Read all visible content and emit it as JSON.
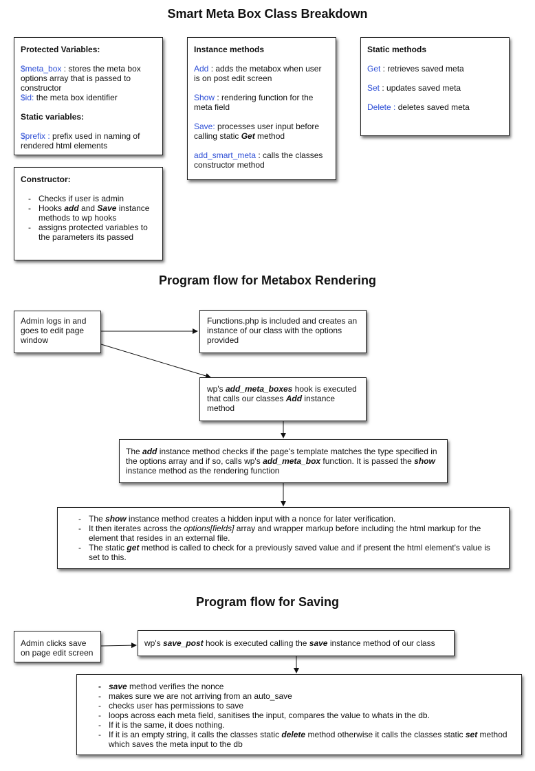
{
  "titles": {
    "breakdown": "Smart Meta Box Class Breakdown",
    "rendering": "Program flow for Metabox Rendering",
    "saving": "Program flow for Saving"
  },
  "protected_box": {
    "heading": "Protected Variables:",
    "meta_box_name": "$meta_box",
    "meta_box_desc": " : stores the meta box options array that is passed to constructor",
    "id_name": "$id:",
    "id_desc": " the meta box identifier",
    "static_heading": "Static variables:",
    "prefix_name": "$prefix :",
    "prefix_desc": " prefix used in naming of rendered html elements"
  },
  "constructor_box": {
    "heading": "Constructor:",
    "item1": "Checks if user is admin",
    "item2_a": "Hooks ",
    "item2_b": "add",
    "item2_c": " and ",
    "item2_d": "Save",
    "item2_e": " instance methods to wp hooks",
    "item3": "assigns protected variables to the parameters its passed"
  },
  "instance_box": {
    "heading": "Instance methods",
    "add_name": "Add",
    "add_desc": " : adds the metabox when user is on post edit screen",
    "show_name": "Show",
    "show_desc": " : rendering function for the meta field",
    "save_name": "Save:",
    "save_desc_a": " processes user input before calling static ",
    "save_desc_b": "Get",
    "save_desc_c": " method",
    "smart_name": "add_smart_meta",
    "smart_desc": " : calls the classes constructor method"
  },
  "static_box": {
    "heading": "Static methods",
    "get_name": "Get",
    "get_desc": " : retrieves saved meta",
    "set_name": "Set",
    "set_desc": " : updates saved meta",
    "delete_name": "Delete :",
    "delete_desc": " deletes saved meta"
  },
  "render_flow": {
    "admin": "Admin logs in and goes to edit page window",
    "functions": "Functions.php is included and creates an instance of our class with the options provided",
    "hook_a": "wp's ",
    "hook_b": "add_meta_boxes",
    "hook_c": " hook is executed that calls our classes ",
    "hook_d": "Add",
    "hook_e": " instance method",
    "add_a": "The ",
    "add_b": "add",
    "add_c": " instance method checks if the page's template matches the type specified in the options array and if so, calls wp's ",
    "add_d": "add_meta_box",
    "add_e": " function. It is passed the ",
    "add_f": "show",
    "add_g": " instance method as the rendering function",
    "show1_a": "The ",
    "show1_b": "show",
    "show1_c": " instance method creates a hidden input with a nonce for later verification.",
    "show2_a": "It then iterates across the ",
    "show2_b": "options[fields]",
    "show2_c": " array and wrapper markup before including the html markup for the element that resides in an external file.",
    "show3_a": "The static ",
    "show3_b": "get",
    "show3_c": " method is called to check for a previously saved value and if present the html element's value is set to this."
  },
  "save_flow": {
    "admin": "Admin clicks save on page edit screen",
    "hook_a": "wp's ",
    "hook_b": "save_post",
    "hook_c": " hook is executed calling the ",
    "hook_d": "save",
    "hook_e": " instance method of our class",
    "item1_a": "save",
    "item1_b": " method verifies the nonce",
    "item2": "makes sure we are not arriving from an auto_save",
    "item3": "checks user has permissions to save",
    "item4": "loops across each meta field, sanitises the input, compares the value to whats in the db.",
    "item5": "If it is the same, it does nothing.",
    "item6_a": "If it is an empty string, it calls the classes static ",
    "item6_b": "delete",
    "item6_c": " method otherwise it calls the classes static ",
    "item6_d": "set",
    "item6_e": " method which saves the meta input to the db"
  }
}
